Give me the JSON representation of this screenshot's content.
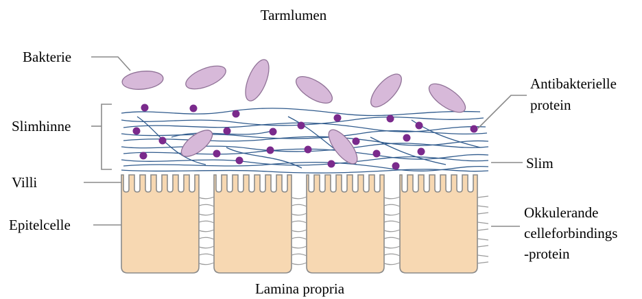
{
  "labels": {
    "top": "Tarmlumen",
    "bottom": "Lamina propria",
    "bacteria": "Bakterie",
    "mucus_layer": "Slimhinne",
    "villi": "Villi",
    "epithelial_cell": "Epitelcelle",
    "antibacterial_line1": "Antibakterielle",
    "antibacterial_line2": "protein",
    "mucus": "Slim",
    "junction_line1": "Okkulerande",
    "junction_line2": "celleforbindings",
    "junction_line3": "-protein"
  },
  "colors": {
    "bacteria_fill": "#d7b9d9",
    "bacteria_stroke": "#8f7196",
    "protein_dot": "#7a2a8c",
    "mucus_strand": "#2f5a8c",
    "cell_fill": "#f7d8b2",
    "cell_stroke": "#8a8a8a",
    "leader_line": "#8a8a8a",
    "junction_strand": "#9a9a9a"
  }
}
